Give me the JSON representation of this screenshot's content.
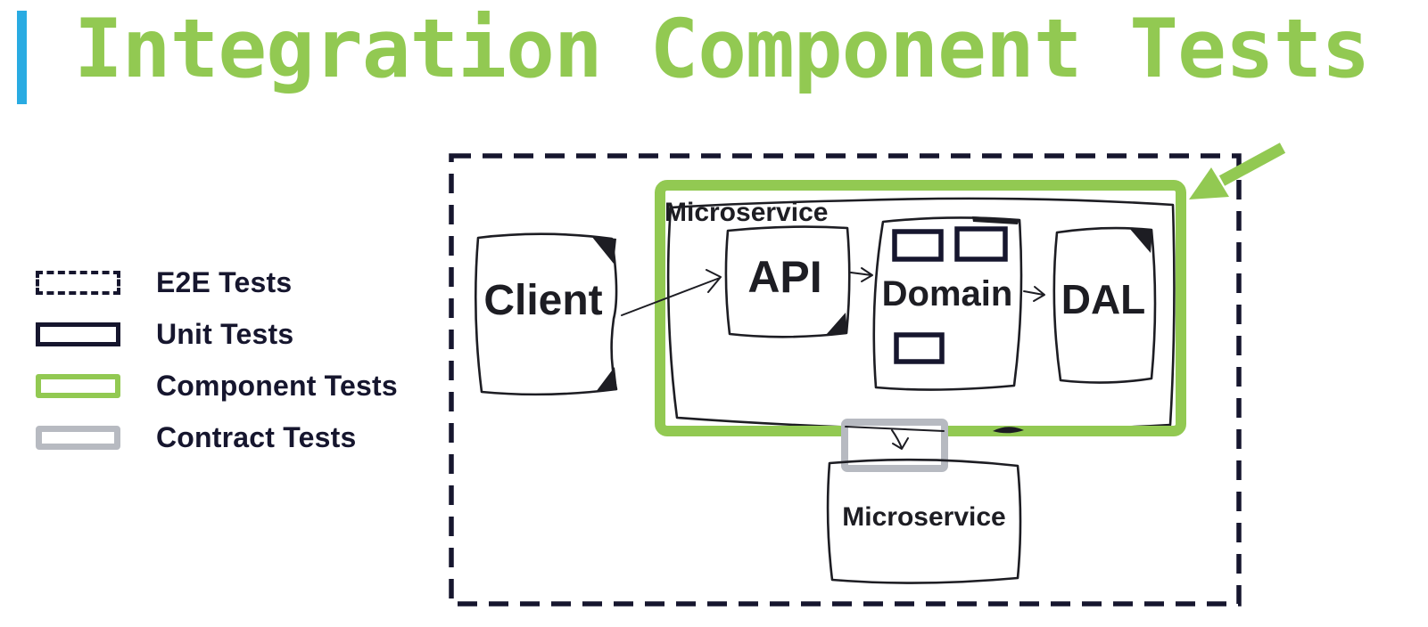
{
  "title": {
    "text": "Integration Component Tests"
  },
  "colors": {
    "green": "#92c952",
    "blue": "#29abe2",
    "navy": "#16162e",
    "gray": "#b7bac1",
    "ink": "#1d1d23"
  },
  "legend": {
    "items": [
      {
        "label": "E2E Tests",
        "swatch": "e2e-dashed-outline"
      },
      {
        "label": "Unit Tests",
        "swatch": "black-solid-outline"
      },
      {
        "label": "Component Tests",
        "swatch": "green-outline"
      },
      {
        "label": "Contract Tests",
        "swatch": "gray-outline"
      }
    ]
  },
  "diagram": {
    "client_label": "Client",
    "microservice_label": "Microservice",
    "api_label": "API",
    "domain_label": "Domain",
    "dal_label": "DAL",
    "microservice_bottom_label": "Microservice"
  }
}
